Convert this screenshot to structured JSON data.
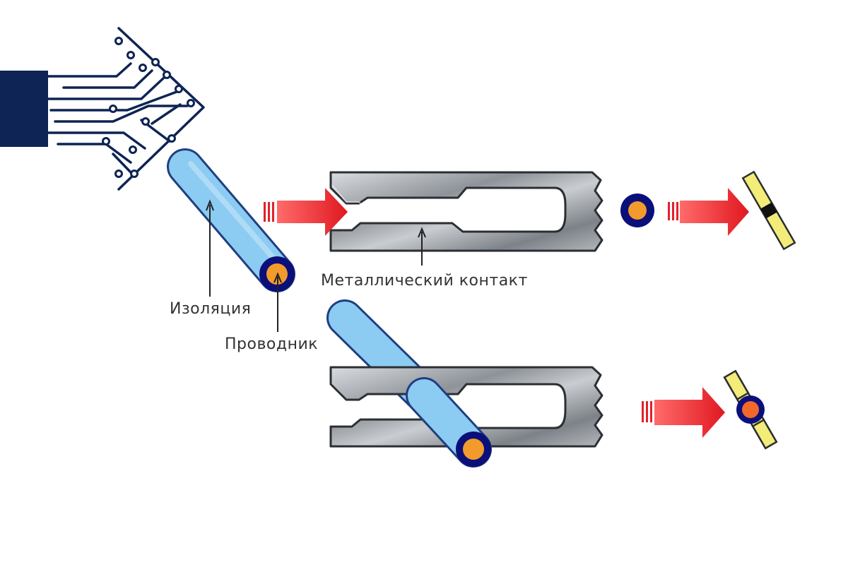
{
  "labels": {
    "insulation": "Изоляция",
    "conductor": "Проводник",
    "metal_contact": "Металлический контакт"
  },
  "colors": {
    "logo_navy": "#0d2454",
    "insulation_blue": "#8ccbf2",
    "insulation_outline": "#1f3f80",
    "conductor_orange": "#f39a2c",
    "ring_navy": "#0b0f7a",
    "arrow_red": "#e2202a",
    "metal_gray": "#9ea3a9",
    "blade_yellow": "#f3ec78"
  },
  "icons": {
    "logo": "circuit-arrow-logo"
  }
}
